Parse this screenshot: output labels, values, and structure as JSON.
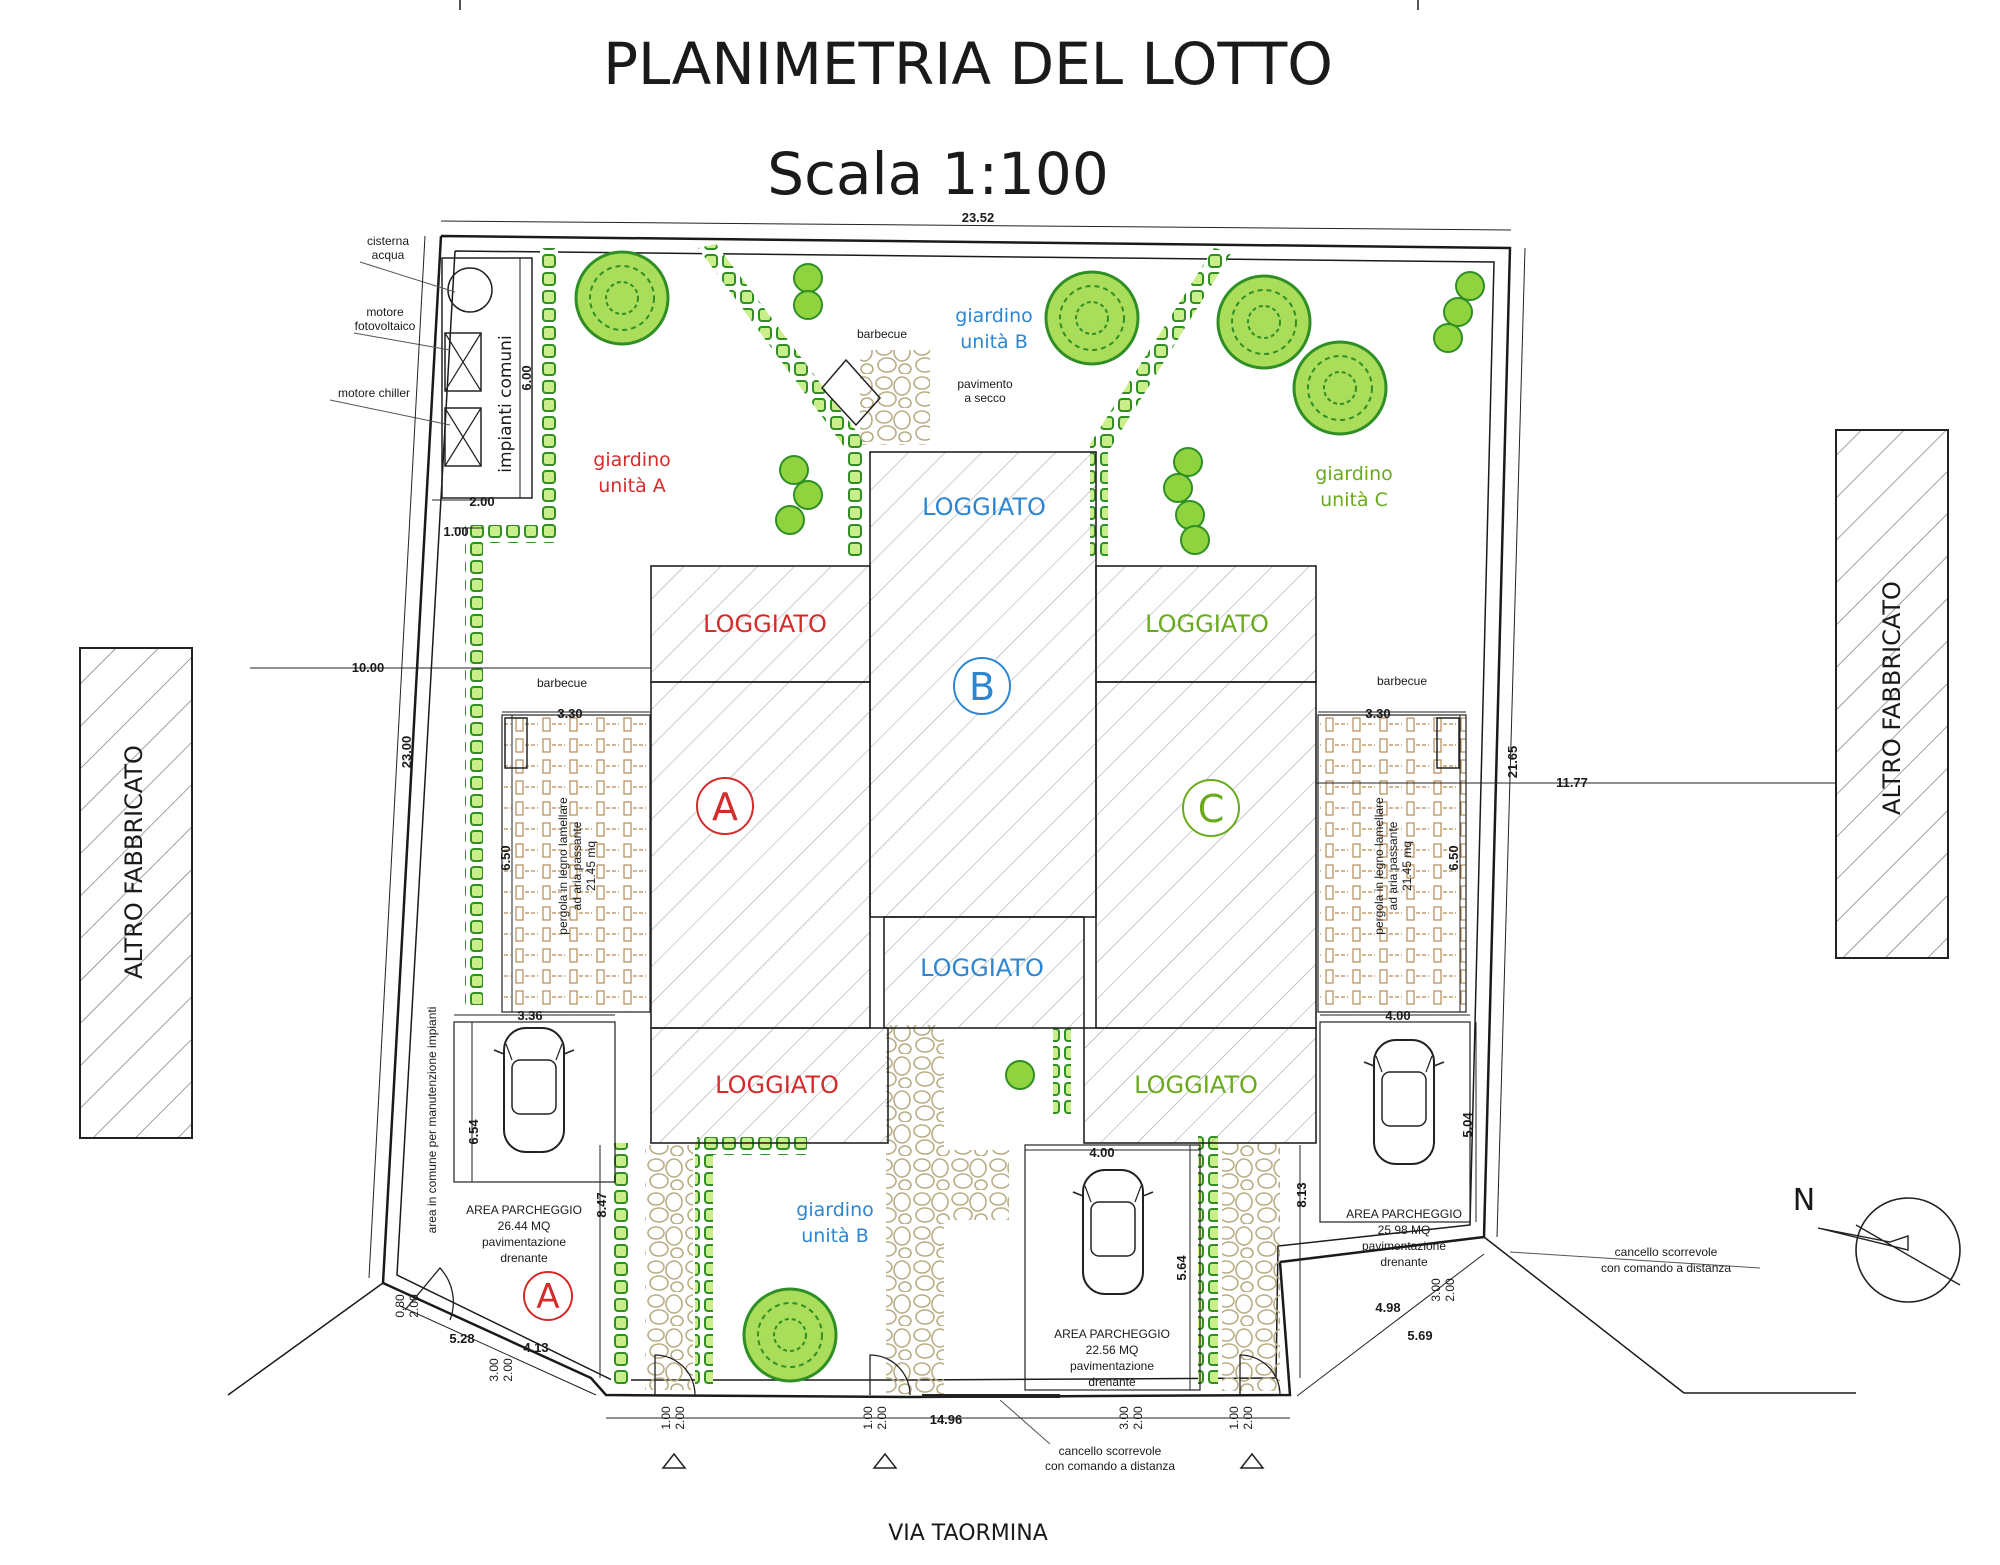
{
  "title": "PLANIMETRIA DEL LOTTO",
  "scale": "Scala 1:100",
  "street": "VIA TAORMINA",
  "colors": {
    "unit_a": "#d42b2b",
    "unit_b": "#2c86d1",
    "unit_c": "#6aaa1d",
    "hedge": "#2f8f25",
    "paving": "#b9ad84",
    "line": "#1a1a1a"
  },
  "neighbors": {
    "left": "ALTRO FABBRICATO",
    "right": "ALTRO FABBRICATO"
  },
  "north": "N",
  "units": {
    "a": "A",
    "b": "B",
    "c": "C"
  },
  "loggiato": {
    "b_top": "LOGGIATO",
    "a_top": "LOGGIATO",
    "c_top": "LOGGIATO",
    "b_bottom": "LOGGIATO",
    "a_bottom": "LOGGIATO",
    "c_bottom": "LOGGIATO"
  },
  "gardens": {
    "a": [
      "giardino",
      "unità A"
    ],
    "b_top": [
      "giardino",
      "unità B"
    ],
    "c": [
      "giardino",
      "unità C"
    ],
    "b_bottom": [
      "giardino",
      "unità B"
    ]
  },
  "services": {
    "cistern": [
      "cisterna",
      "acqua"
    ],
    "pv_motor": [
      "motore",
      "fotovoltaico"
    ],
    "chiller": "motore chiller",
    "common_plant": "impianti comuni"
  },
  "barbecue": "barbecue",
  "dry_paving": [
    "pavimento",
    "a secco"
  ],
  "pergola_a": [
    "pergola in legno lamellare",
    "ad aria passante",
    "21.45 mq"
  ],
  "pergola_c": [
    "pergola in legno lamellare",
    "ad aria passante",
    "21.45 mq"
  ],
  "maintenance_area": "area in comune per manutenzione impianti",
  "parking": {
    "a": [
      "AREA PARCHEGGIO",
      "26.44 MQ",
      "pavimentazione",
      "drenante"
    ],
    "b": [
      "AREA PARCHEGGIO",
      "22.56 MQ",
      "pavimentazione",
      "drenante"
    ],
    "c": [
      "AREA PARCHEGGIO",
      "25.98 MQ",
      "pavimentazione",
      "drenante"
    ]
  },
  "gate_right": [
    "cancello scorrevole",
    "con comando a distanza"
  ],
  "gate_bottom": [
    "cancello scorrevole",
    "con comando a distanza"
  ],
  "dims": {
    "top": "23.52",
    "left_total": "23.00",
    "right_total": "21.65",
    "services_height": "6.00",
    "services_width": "2.00",
    "corridor": "1.00",
    "dist_left": "10.00",
    "dist_right": "11.77",
    "pergola_a_w": "3.30",
    "pergola_a_h": "6.50",
    "pergola_c_w": "3.30",
    "pergola_c_h": "6.50",
    "park_a_w": "3.36",
    "park_a_h": "6.54",
    "park_a_d": "8.47",
    "park_a_diag": "4.13",
    "park_b_w": "4.00",
    "park_b_h": "5.64",
    "park_c_w": "4.00",
    "park_c_h": "5.04",
    "park_c_d": "8.13",
    "park_c_diag": "4.98",
    "front": "14.96",
    "front_left": "5.28",
    "front_right": "5.69",
    "gate_a_small": "0.80",
    "gate_a_big": "2.00",
    "gate_a2_small": "3.00",
    "gate_a2_big": "2.00",
    "door1_small": "1.00",
    "door1_big": "2.00",
    "door2_small": "1.00",
    "door2_big": "2.00",
    "gate_b_small": "3.00",
    "gate_b_big": "2.00",
    "door3_small": "1.00",
    "door3_big": "2.00",
    "gate_c_small": "3.00",
    "gate_c_big": "2.00"
  }
}
